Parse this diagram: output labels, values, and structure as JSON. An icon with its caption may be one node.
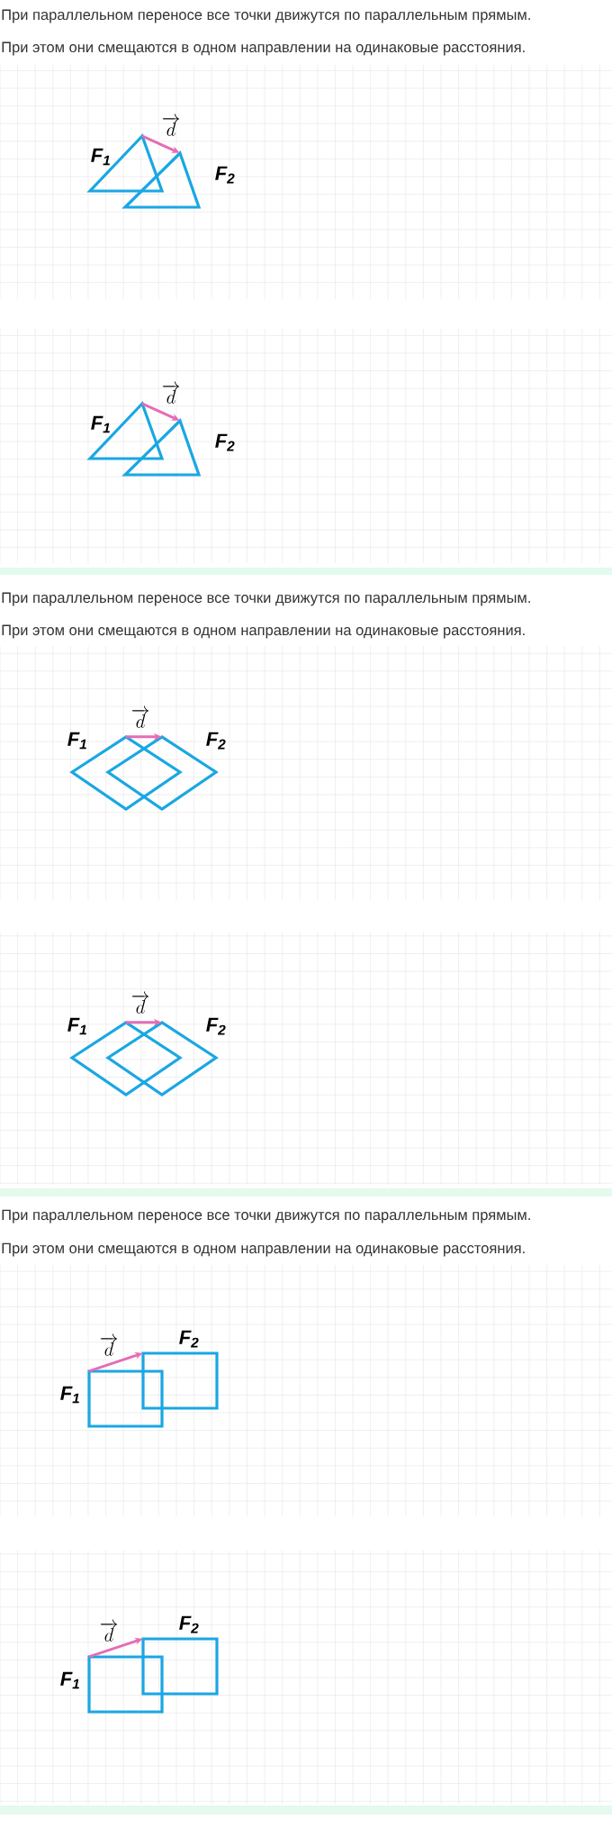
{
  "diagram": {
    "nodes": [
      {
        "text": [
          "F$_{1}$"
        ]
      },
      {
        "text": [
          "F$_{2}$"
        ]
      },
      {
        "text": [
          "F$_{1}$"
        ]
      },
      {
        "text": [
          "F$_{2}$"
        ]
      },
      {
        "text": [
          "F$_{1}$"
        ]
      },
      {
        "text": [
          "F$_{2}$"
        ]
      },
      {
        "text": [
          "F$_{1}$"
        ]
      },
      {
        "text": [
          "F$_{2}$"
        ]
      },
      {
        "text": [
          "F$_{1}$"
        ]
      },
      {
        "text": [
          "F$_{2}$"
        ]
      },
      {
        "text": [
          "F$_{1}$"
        ]
      },
      {
        "text": [
          "F$_{2}$"
        ]
      }
    ],
    "edges": [
      {
        "from": 0,
        "to": 1,
        "arrow": "to",
        "label": "\\overrightarrow{d}"
      },
      {
        "from": 2,
        "to": 3,
        "arrow": "to",
        "label": "\\overrightarrow{d}"
      },
      {
        "from": 4,
        "to": 5,
        "arrow": "to",
        "label": "\\overrightarrow{d}"
      },
      {
        "from": 6,
        "to": 7,
        "arrow": "to",
        "label": "\\overrightarrow{d}"
      },
      {
        "from": 8,
        "to": 9,
        "arrow": "to",
        "label": "\\overrightarrow{d}"
      },
      {
        "from": 10,
        "to": 11,
        "arrow": "to",
        "label": "\\overrightarrow{d}"
      }
    ],
    "labels": [
      "При параллельном переносе все точки движутся по параллельным прямым.",
      "При этом они смещаются в одном направлении на одинаковые расстояния.",
      "При параллельном переносе все точки движутся по параллельным прямым.",
      "При этом они смещаются в одном направлении на одинаковые расстояния.",
      "При параллельном переносе все точки движутся по параллельным прямым.",
      "При этом они смещаются в одном направлении на одинаковые расстояния."
    ]
  }
}
